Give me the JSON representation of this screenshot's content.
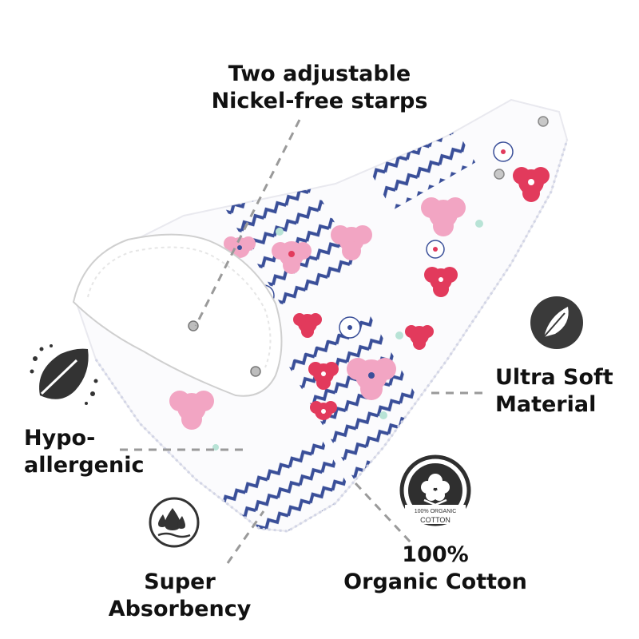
{
  "labels": {
    "straps": {
      "line1": "Two adjustable",
      "line2": "Nickel-free starps"
    },
    "hypoallergenic": {
      "line1": "Hypo-",
      "line2": "allergenic"
    },
    "ultra_soft": {
      "line1": "Ultra Soft",
      "line2": "Material"
    },
    "organic_cotton": {
      "line1": "100%",
      "line2": "Organic Cotton"
    },
    "absorbency": {
      "line1": "Super",
      "line2": "Absorbency"
    }
  },
  "cotton_badge": {
    "top_text": "100% ORGANIC",
    "bottom_text": "COTTON"
  },
  "icons": [
    "leaf-dots-icon",
    "feather-icon",
    "cotton-flower-icon",
    "water-drops-icon",
    "snap-button-icon"
  ],
  "colors": {
    "navy_zigzag": "#3a4f99",
    "flower_pink": "#f2a5c3",
    "flower_red": "#e23a5c",
    "mint_leaf": "#b8e3d6",
    "icon_dark": "#333333",
    "dashed_line": "#9a9a9a"
  }
}
